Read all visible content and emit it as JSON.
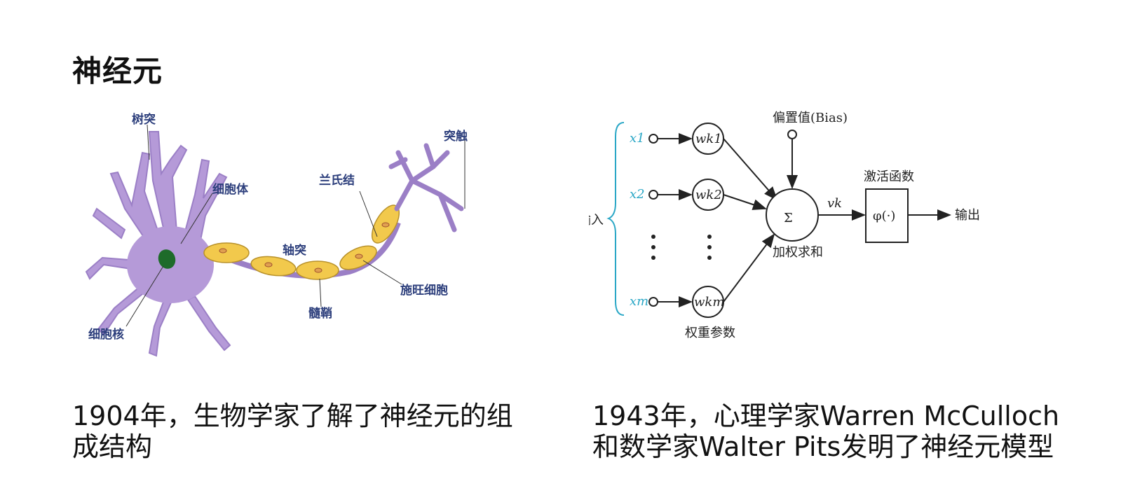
{
  "page": {
    "title": "神经元"
  },
  "neuron_figure": {
    "labels": {
      "dendrite": "树突",
      "synapse": "突触",
      "cell_body": "细胞体",
      "node_of_ranvier": "兰氏结",
      "axon": "轴突",
      "schwann_cell": "施旺细胞",
      "myelin": "髓鞘",
      "nucleus": "细胞核"
    },
    "colors": {
      "body": "#b59ad8",
      "myelin": "#f2c94c",
      "nucleus": "#1e6b2a",
      "label": "#2d3f7c"
    }
  },
  "model_figure": {
    "input_label": "输入",
    "bias_label": "偏置值(Bias)",
    "inputs": [
      "x1",
      "x2",
      "xm"
    ],
    "weights": [
      "wk1",
      "wk2",
      "wkm"
    ],
    "sum_symbol": "Σ",
    "sum_label": "加权求和",
    "output_var": "vk",
    "activation_label": "激活函数",
    "activation_symbol": "φ(·)",
    "output_label": "输出",
    "weight_label": "权重参数",
    "colors": {
      "input": "#2aa7c6",
      "line": "#222222"
    }
  },
  "captions": {
    "left": "1904年，生物学家了解了神经元的组成结构",
    "right_line1": "1943年，心理学家Warren McCulloch",
    "right_line2": "和数学家Walter Pits发明了神经元模型"
  }
}
